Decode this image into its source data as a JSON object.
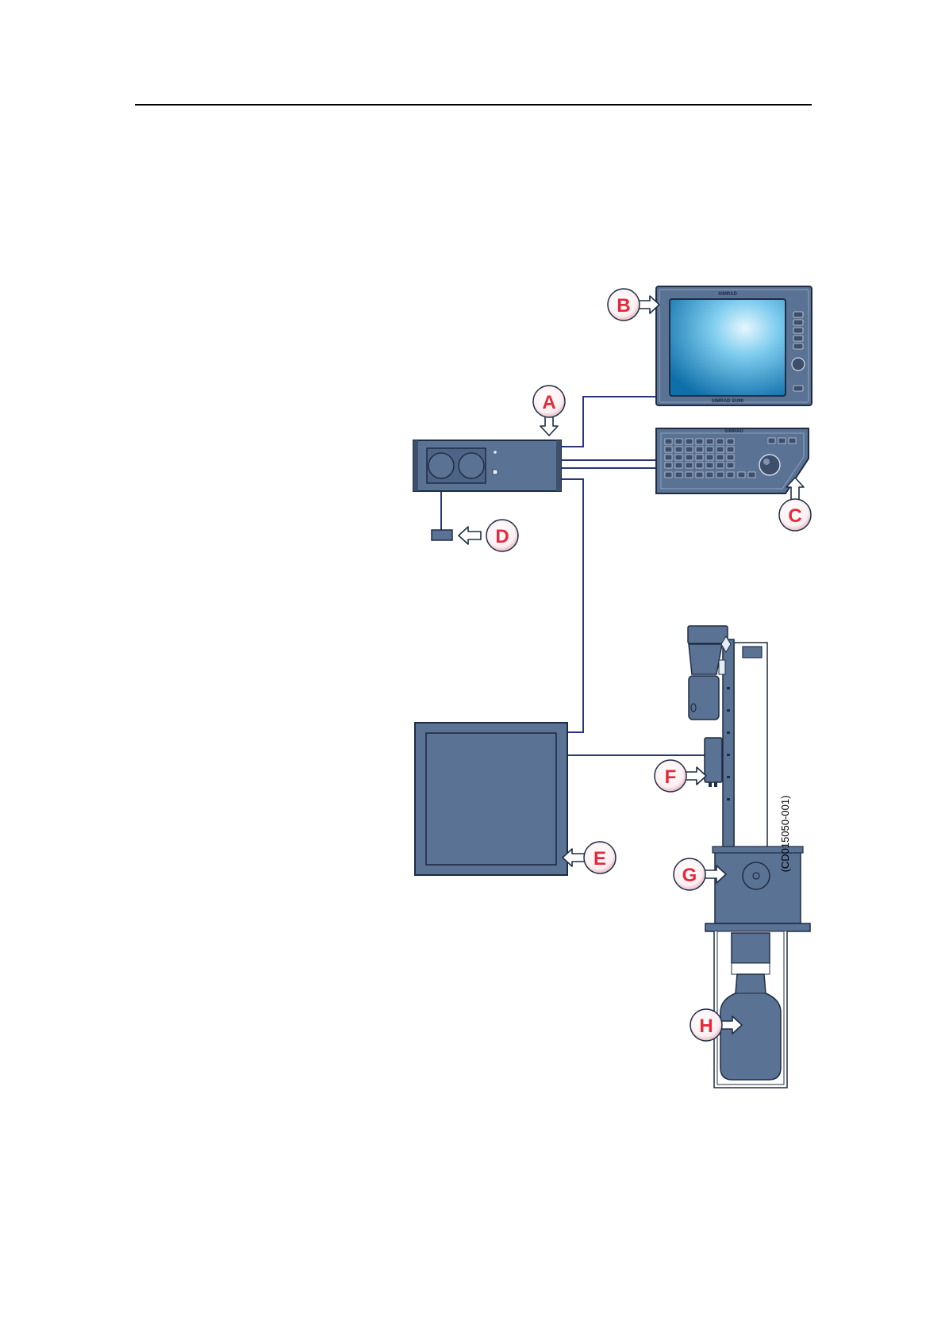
{
  "callouts": {
    "A": "A",
    "B": "B",
    "C": "C",
    "D": "D",
    "E": "E",
    "F": "F",
    "G": "G",
    "H": "H"
  },
  "display": {
    "brand_top": "SIMRAD",
    "brand_bottom": "SIMRAD SU90"
  },
  "keyboard": {
    "brand": "SIMRAD"
  },
  "figure_id": "(CD015050-001)",
  "colors": {
    "unit_fill": "#5a7294",
    "unit_dark": "#3d4f6b",
    "outline": "#1f2d44",
    "cable": "#2b3575",
    "callout_ring": "#f2cdd4",
    "callout_text": "#e8283a",
    "screen_light": "#d6f1fb",
    "screen_mid": "#4fb6e4",
    "screen_dark": "#0f6faa"
  }
}
